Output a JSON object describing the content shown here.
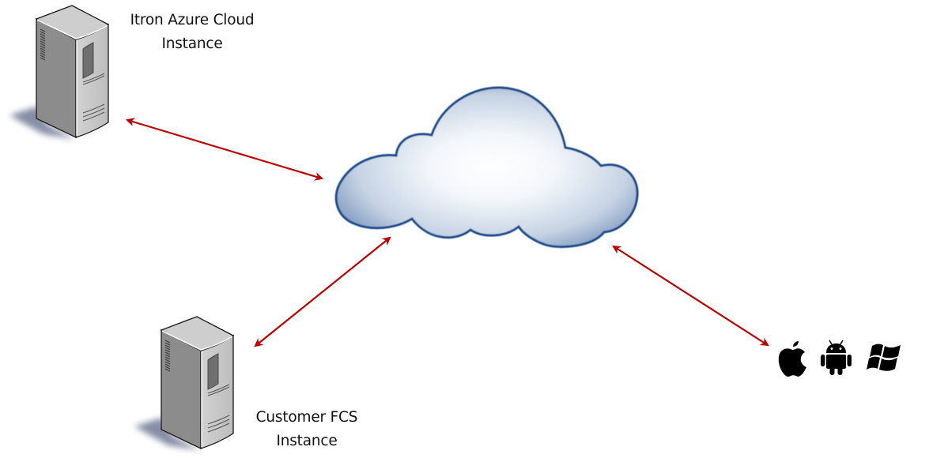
{
  "diagram": {
    "nodes": [
      {
        "id": "azure",
        "type": "server",
        "label_lines": [
          "Itron Azure Cloud",
          "Instance"
        ]
      },
      {
        "id": "fcs",
        "type": "server",
        "label_lines": [
          "Customer FCS",
          "Instance"
        ]
      },
      {
        "id": "internet",
        "type": "cloud",
        "label_lines": []
      },
      {
        "id": "devices",
        "type": "platform-icons",
        "icons": [
          "apple-icon",
          "android-icon",
          "windows-icon"
        ]
      }
    ],
    "edges": [
      {
        "from": "azure",
        "to": "internet",
        "style": "bidirectional-arrow"
      },
      {
        "from": "fcs",
        "to": "internet",
        "style": "bidirectional-arrow"
      },
      {
        "from": "devices",
        "to": "internet",
        "style": "bidirectional-arrow"
      }
    ],
    "colors": {
      "arrow": "#c00000",
      "cloud_outline": "#1c4c8c",
      "cloud_center": "#ffffff",
      "cloud_edge": "#7f9ac0",
      "server_face_left": "#8a8a8a",
      "server_face_front": "#c4c4c4",
      "server_top": "#cfcfcf",
      "shadow": "#6b7590",
      "icon": "#000000"
    }
  }
}
